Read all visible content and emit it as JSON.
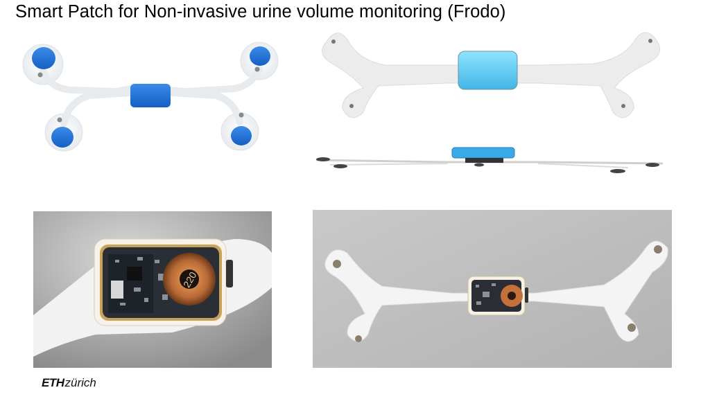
{
  "slide": {
    "title": "Smart Patch for Non-invasive urine volume monitoring (Frodo)"
  },
  "images": {
    "render_top_view": "smart-patch-render-top",
    "render_top_view_light": "smart-patch-render-light",
    "render_side_view": "smart-patch-render-side",
    "photo_electronics_closeup": "smart-patch-photo-closeup",
    "photo_full_patch": "smart-patch-photo-full"
  },
  "electronics": {
    "coil_label": "220"
  },
  "logo": {
    "eth": "ETH",
    "zurich": "zürich"
  },
  "colors": {
    "patch_blue": "#1f6fd6",
    "patch_light_blue": "#5fc9ef",
    "patch_white": "#eeeeee",
    "copper": "#c4703a"
  }
}
